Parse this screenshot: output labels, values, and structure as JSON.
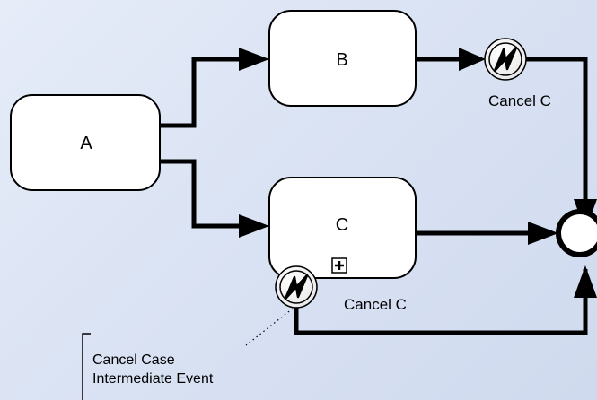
{
  "tasks": {
    "a": "A",
    "b": "B",
    "c": "C"
  },
  "events": {
    "cancel_b_label": "Cancel C",
    "cancel_c_label": "Cancel C"
  },
  "annotation": {
    "line1": "Cancel Case",
    "line2": "Intermediate Event"
  },
  "icons": {
    "cancel_event": "lightning-icon",
    "subprocess_marker": "plus-icon",
    "end_event": "end-event-circle"
  },
  "colors": {
    "task_fill": "#ffffff",
    "stroke": "#000000",
    "background": "#dde5f4"
  }
}
